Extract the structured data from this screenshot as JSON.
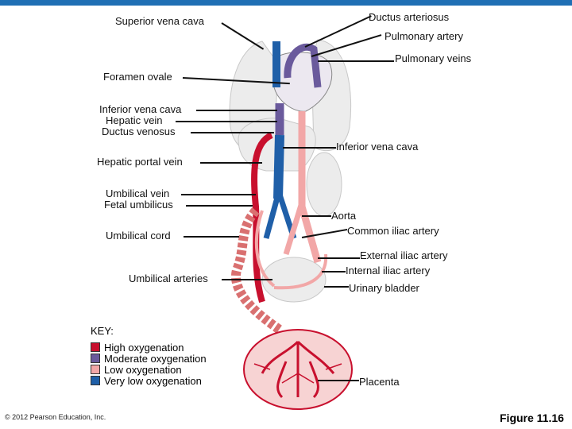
{
  "labels": {
    "superior_vena_cava": "Superior vena cava",
    "ductus_arteriosus": "Ductus arteriosus",
    "pulmonary_artery": "Pulmonary artery",
    "pulmonary_veins": "Pulmonary veins",
    "foramen_ovale": "Foramen ovale",
    "inferior_vena_cava_left": "Inferior vena cava",
    "hepatic_vein": "Hepatic vein",
    "ductus_venosus": "Ductus venosus",
    "inferior_vena_cava_right": "Inferior vena cava",
    "hepatic_portal_vein": "Hepatic portal vein",
    "umbilical_vein": "Umbilical vein",
    "fetal_umbilicus": "Fetal umbilicus",
    "aorta": "Aorta",
    "common_iliac_artery": "Common iliac artery",
    "umbilical_cord": "Umbilical cord",
    "external_iliac_artery": "External iliac artery",
    "internal_iliac_artery": "Internal iliac artery",
    "umbilical_arteries": "Umbilical arteries",
    "urinary_bladder": "Urinary bladder",
    "placenta": "Placenta"
  },
  "key": {
    "title": "KEY:",
    "items": [
      {
        "label": "High oxygenation",
        "color": "#c8102e"
      },
      {
        "label": "Moderate oxygenation",
        "color": "#6a5a9c"
      },
      {
        "label": "Low oxygenation",
        "color": "#f2a7a7"
      },
      {
        "label": "Very low oxygenation",
        "color": "#1f5fa8"
      }
    ]
  },
  "colors": {
    "accent_bar": "#1f6fb4",
    "high_oxygenation": "#c8102e",
    "moderate_oxygenation": "#6a5a9c",
    "low_oxygenation": "#f2a7a7",
    "very_low_oxygenation": "#1f5fa8"
  },
  "copyright": "© 2012 Pearson Education, Inc.",
  "figure_label": "Figure 11.16"
}
